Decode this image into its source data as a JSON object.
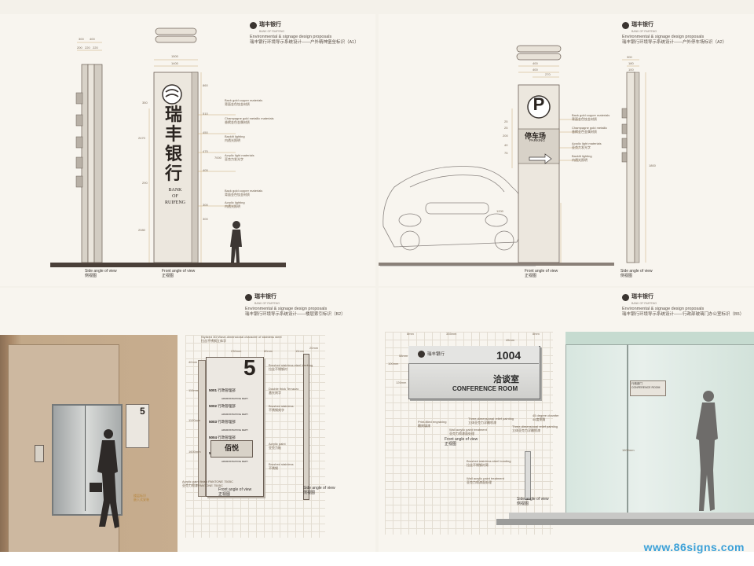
{
  "brand": {
    "name": "瑞丰银行",
    "name_en": "BANK OF RUIFENG",
    "proposal": "Environmental & signage design proposals"
  },
  "panels": {
    "p1": {
      "subtitle": "瑞丰银行环境导示系统设计——户外精神堡垒标识（A1）",
      "sign_chars": [
        "瑞",
        "丰",
        "银",
        "行"
      ],
      "sign_en": [
        "BANK",
        "OF",
        "RUIFENG"
      ],
      "side_view_en": "Side angle of view",
      "side_view_cn": "侧视图",
      "front_view_en": "Front angle of view",
      "front_view_cn": "正视图",
      "dims_top": [
        "300",
        "400"
      ],
      "dims_side": [
        "200",
        "220",
        "220"
      ],
      "dims_front": [
        "1500",
        "1400"
      ],
      "dims_right": [
        "860",
        "510",
        "450",
        "475",
        "405",
        "300",
        "7000",
        "300"
      ],
      "dims_left": [
        "350",
        "2470",
        "290",
        "2080"
      ],
      "annotations": [
        {
          "en": "Back gold copper materials",
          "cn": "背面金色钛金材质"
        },
        {
          "en": "Champagne gold metallic materials",
          "cn": "香槟金色金属材质"
        },
        {
          "en": "Backlit lighting",
          "cn": "内透光照明"
        },
        {
          "en": "Acrylic light materials",
          "cn": "亚克力发光字"
        },
        {
          "en": "Back gold copper materials",
          "cn": "背面金色钛金材质"
        },
        {
          "en": "Acrylic lighting",
          "cn": "内透光照明"
        }
      ]
    },
    "p2": {
      "subtitle": "瑞丰银行环境导示系统设计——户外停车场标识（A2）",
      "parking_letter": "P",
      "parking_cn": "停车场",
      "parking_en": "PARKING",
      "front_view_en": "Front angle of view",
      "front_view_cn": "正视图",
      "side_view_en": "Side angle of view",
      "side_view_cn": "侧视图",
      "dims_front": [
        "400",
        "400",
        "270"
      ],
      "dims_side": [
        "300",
        "180",
        "100"
      ],
      "dims_left": [
        "25",
        "25",
        "200",
        "40",
        "75"
      ],
      "dims_right": "1800",
      "dims_inner": "1200",
      "annotations": [
        {
          "en": "Back gold copper materials",
          "cn": "背面金色钛金材质"
        },
        {
          "en": "Champagne gold metallic",
          "cn": "香槟金色金属材质"
        },
        {
          "en": "Acrylic light materials",
          "cn": "亚克力发光字"
        },
        {
          "en": "Backlit lighting",
          "cn": "内透光照明"
        }
      ]
    },
    "p3": {
      "subtitle": "瑞丰银行环境导示系统设计——楼层索引标识（B2）",
      "floor_number": "5",
      "rooms": [
        {
          "num": "5001",
          "cn": "行政管理部",
          "en": "ADMINISTRATIVE DEPT."
        },
        {
          "num": "5002",
          "cn": "行政管理部",
          "en": "ADMINISTRATIVE DEPT."
        },
        {
          "num": "5003",
          "cn": "行政管理部",
          "en": "ADMINISTRATIVE DEPT."
        },
        {
          "num": "5004",
          "cn": "行政管理部",
          "en": "ADMINISTRATIVE DEPT."
        },
        {
          "num": "5005",
          "cn": "行政管理部",
          "en": "ADMINISTRATIVE DEPT."
        }
      ],
      "badge": "佰悦",
      "front_view_en": "Front angle of view",
      "front_view_cn": "正视图",
      "side_view_en": "Side angle of view",
      "side_view_cn": "侧视图",
      "callout": {
        "line1": "楼层标识",
        "line2": "嵌入式安装"
      },
      "dims_top": [
        "230mm",
        "80mm",
        "15mm",
        "20mm"
      ],
      "dims_side": [
        "40mm",
        "110mm",
        "1100mm",
        "1600mm"
      ],
      "annotations": [
        {
          "en": "Stylized 3D Wave-dimensional character of stainless steel",
          "cn": "拉丝不锈钢立体字"
        },
        {
          "en": "Brushed stainless steel backing",
          "cn": "拉丝不锈钢衬"
        },
        {
          "en": "Double thick Terrazzo",
          "cn": "激光刻字"
        },
        {
          "en": "Brushed stainless",
          "cn": "不锈钢刻字"
        },
        {
          "en": "Acrylic paint",
          "cn": "亚克力板"
        },
        {
          "en": "Brushed stainless",
          "cn": "不锈钢"
        }
      ],
      "pantone_en": "Acrylic paint finish PANTONE 7505C",
      "pantone_cn": "亚克力喷漆PANTONE 7505C"
    },
    "p4": {
      "subtitle": "瑞丰银行环境导示系统设计——行政部玻璃门办公室标识（B5）",
      "room_number": "1004",
      "room_cn": "洽谈室",
      "room_en": "CONFERENCE ROOM",
      "front_view_en": "Front angle of view",
      "front_view_cn": "正视图",
      "side_view_en": "Side angle of view",
      "side_view_cn": "侧视图",
      "dims_top": [
        "8mm",
        "335mm",
        "45mm",
        "8mm"
      ],
      "dims_left": [
        "100mm",
        "58mm",
        "126mm"
      ],
      "door_dim": "1600mm",
      "annotations": [
        {
          "en": "Print-filled engraving",
          "cn": "雕刻填漆"
        },
        {
          "en": "Wall acrylic paint treatment",
          "cn": "亚克力喷漆面处理"
        },
        {
          "en": "Three-dimensional relief painting",
          "cn": "立体亚克力浮雕喷漆"
        },
        {
          "en": "Three-dimensional relief painting",
          "cn": "立体亚克力浮雕喷漆"
        },
        {
          "en": "45 degree chamfer",
          "cn": "45度倒角"
        },
        {
          "en": "Brushed stainless steel bonding",
          "cn": "拉丝不锈钢衬背"
        },
        {
          "en": "Wall acrylic paint treatment",
          "cn": "亚克力喷漆面处理"
        }
      ],
      "door_label": "行政部门\nCONFERENCE ROOM"
    }
  },
  "footer": {
    "url": "www.86signs.com"
  },
  "colors": {
    "gold": "#c9a877",
    "line": "#4a3f38",
    "accent": "#3aa0d8",
    "paper": "#f8f5ef"
  }
}
